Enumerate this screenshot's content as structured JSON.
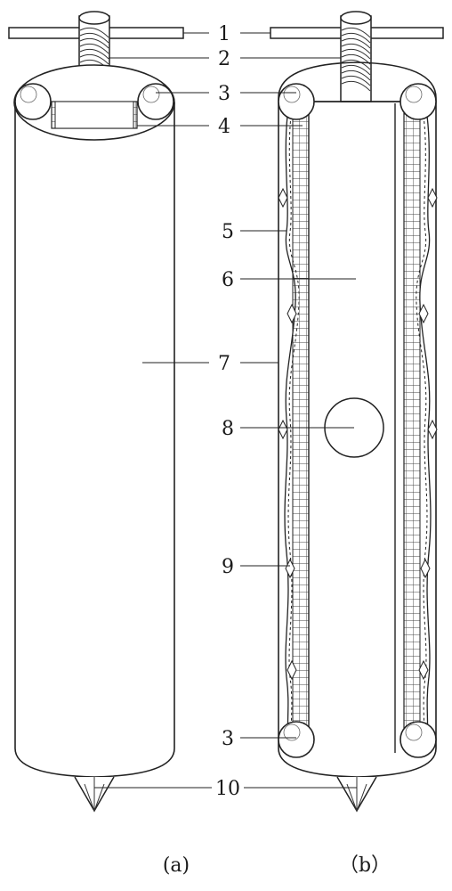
{
  "callouts": [
    "1",
    "2",
    "3",
    "4",
    "5",
    "6",
    "7",
    "8",
    "9",
    "3",
    "10"
  ],
  "captions": {
    "left": "(a)",
    "right": "（b）"
  }
}
